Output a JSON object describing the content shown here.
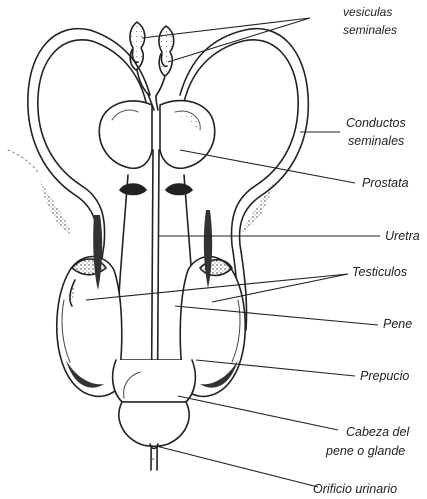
{
  "diagram": {
    "labels": {
      "vesiculas_line1": "vesiculas",
      "vesiculas_line2": "seminales",
      "conductos_line1": "Conductos",
      "conductos_line2": "seminales",
      "prostata": "Prostata",
      "uretra": "Uretra",
      "testiculos": "Testiculos",
      "pene": "Pene",
      "prepucio": "Prepucio",
      "cabeza_line1": "Cabeza del",
      "cabeza_line2": "pene o glande",
      "orificio": "Orificio urinario"
    },
    "colors": {
      "ink": "#222222",
      "shade": "#555555",
      "paper": "#ffffff"
    }
  }
}
